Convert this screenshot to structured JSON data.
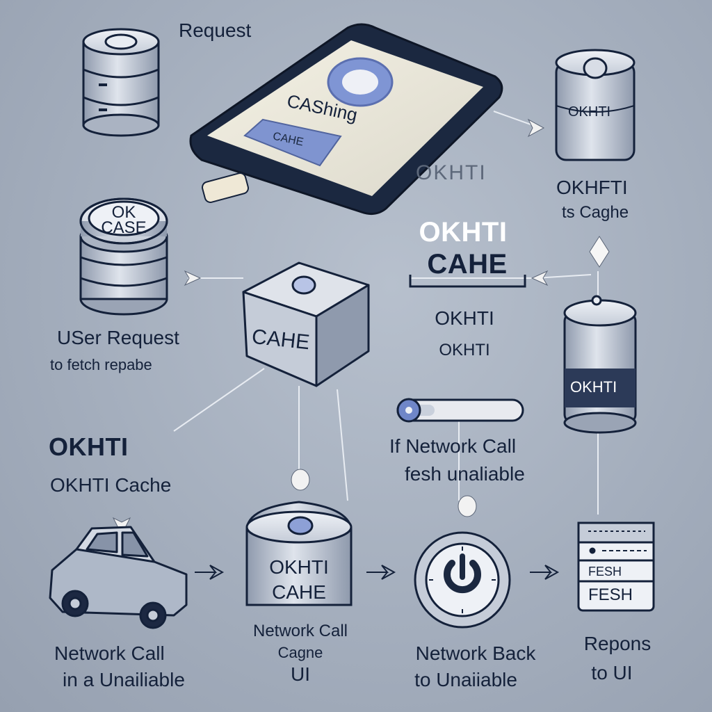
{
  "labels": {
    "request": "Request",
    "phone_screen": "CAShing",
    "phone_button": "CAHE",
    "faded_okhti": "OKHTI",
    "right_top_cyl": "OKHTI",
    "right_top_caption_1": "OKHFTI",
    "right_top_caption_2": "ts Caghe",
    "center_title_1": "OKHTI",
    "center_title_2": "CAHE",
    "center_sub_1": "OKHTI",
    "center_sub_2": "OKHTI",
    "left_stack": "OK CASE",
    "user_request_1": "USer Request",
    "user_request_2": "to fetch repabe",
    "cube": "CAHE",
    "okhti_left_1": "OKHTI",
    "okhti_left_2": "OKHTI Cache",
    "if_network_1": "If Network Call",
    "if_network_2": "fesh unaliable",
    "right_cyl": "OKHTI",
    "bottom_cyl_1": "OKHTI",
    "bottom_cyl_2": "CAHE",
    "server_1": "FESH",
    "server_2": "FESH",
    "caption_car_1": "Network Call",
    "caption_car_2": "in a Unailiable",
    "caption_cyl_1": "Network Call",
    "caption_cyl_2": "Cagne",
    "caption_cyl_3": "UI",
    "caption_dial_1": "Network Back",
    "caption_dial_2": "to Unaiiable",
    "caption_server_1": "Repons",
    "caption_server_2": "to UI"
  },
  "colors": {
    "background": "#a4aebd",
    "outline": "#14213a",
    "accent": "#6f86c8",
    "cylinder": "#c9d0dc",
    "phone_screen": "#ece9dc"
  },
  "icons": [
    "database-icon",
    "phone-icon",
    "cube-icon",
    "car-icon",
    "dial-icon",
    "server-icon",
    "toggle-icon"
  ]
}
